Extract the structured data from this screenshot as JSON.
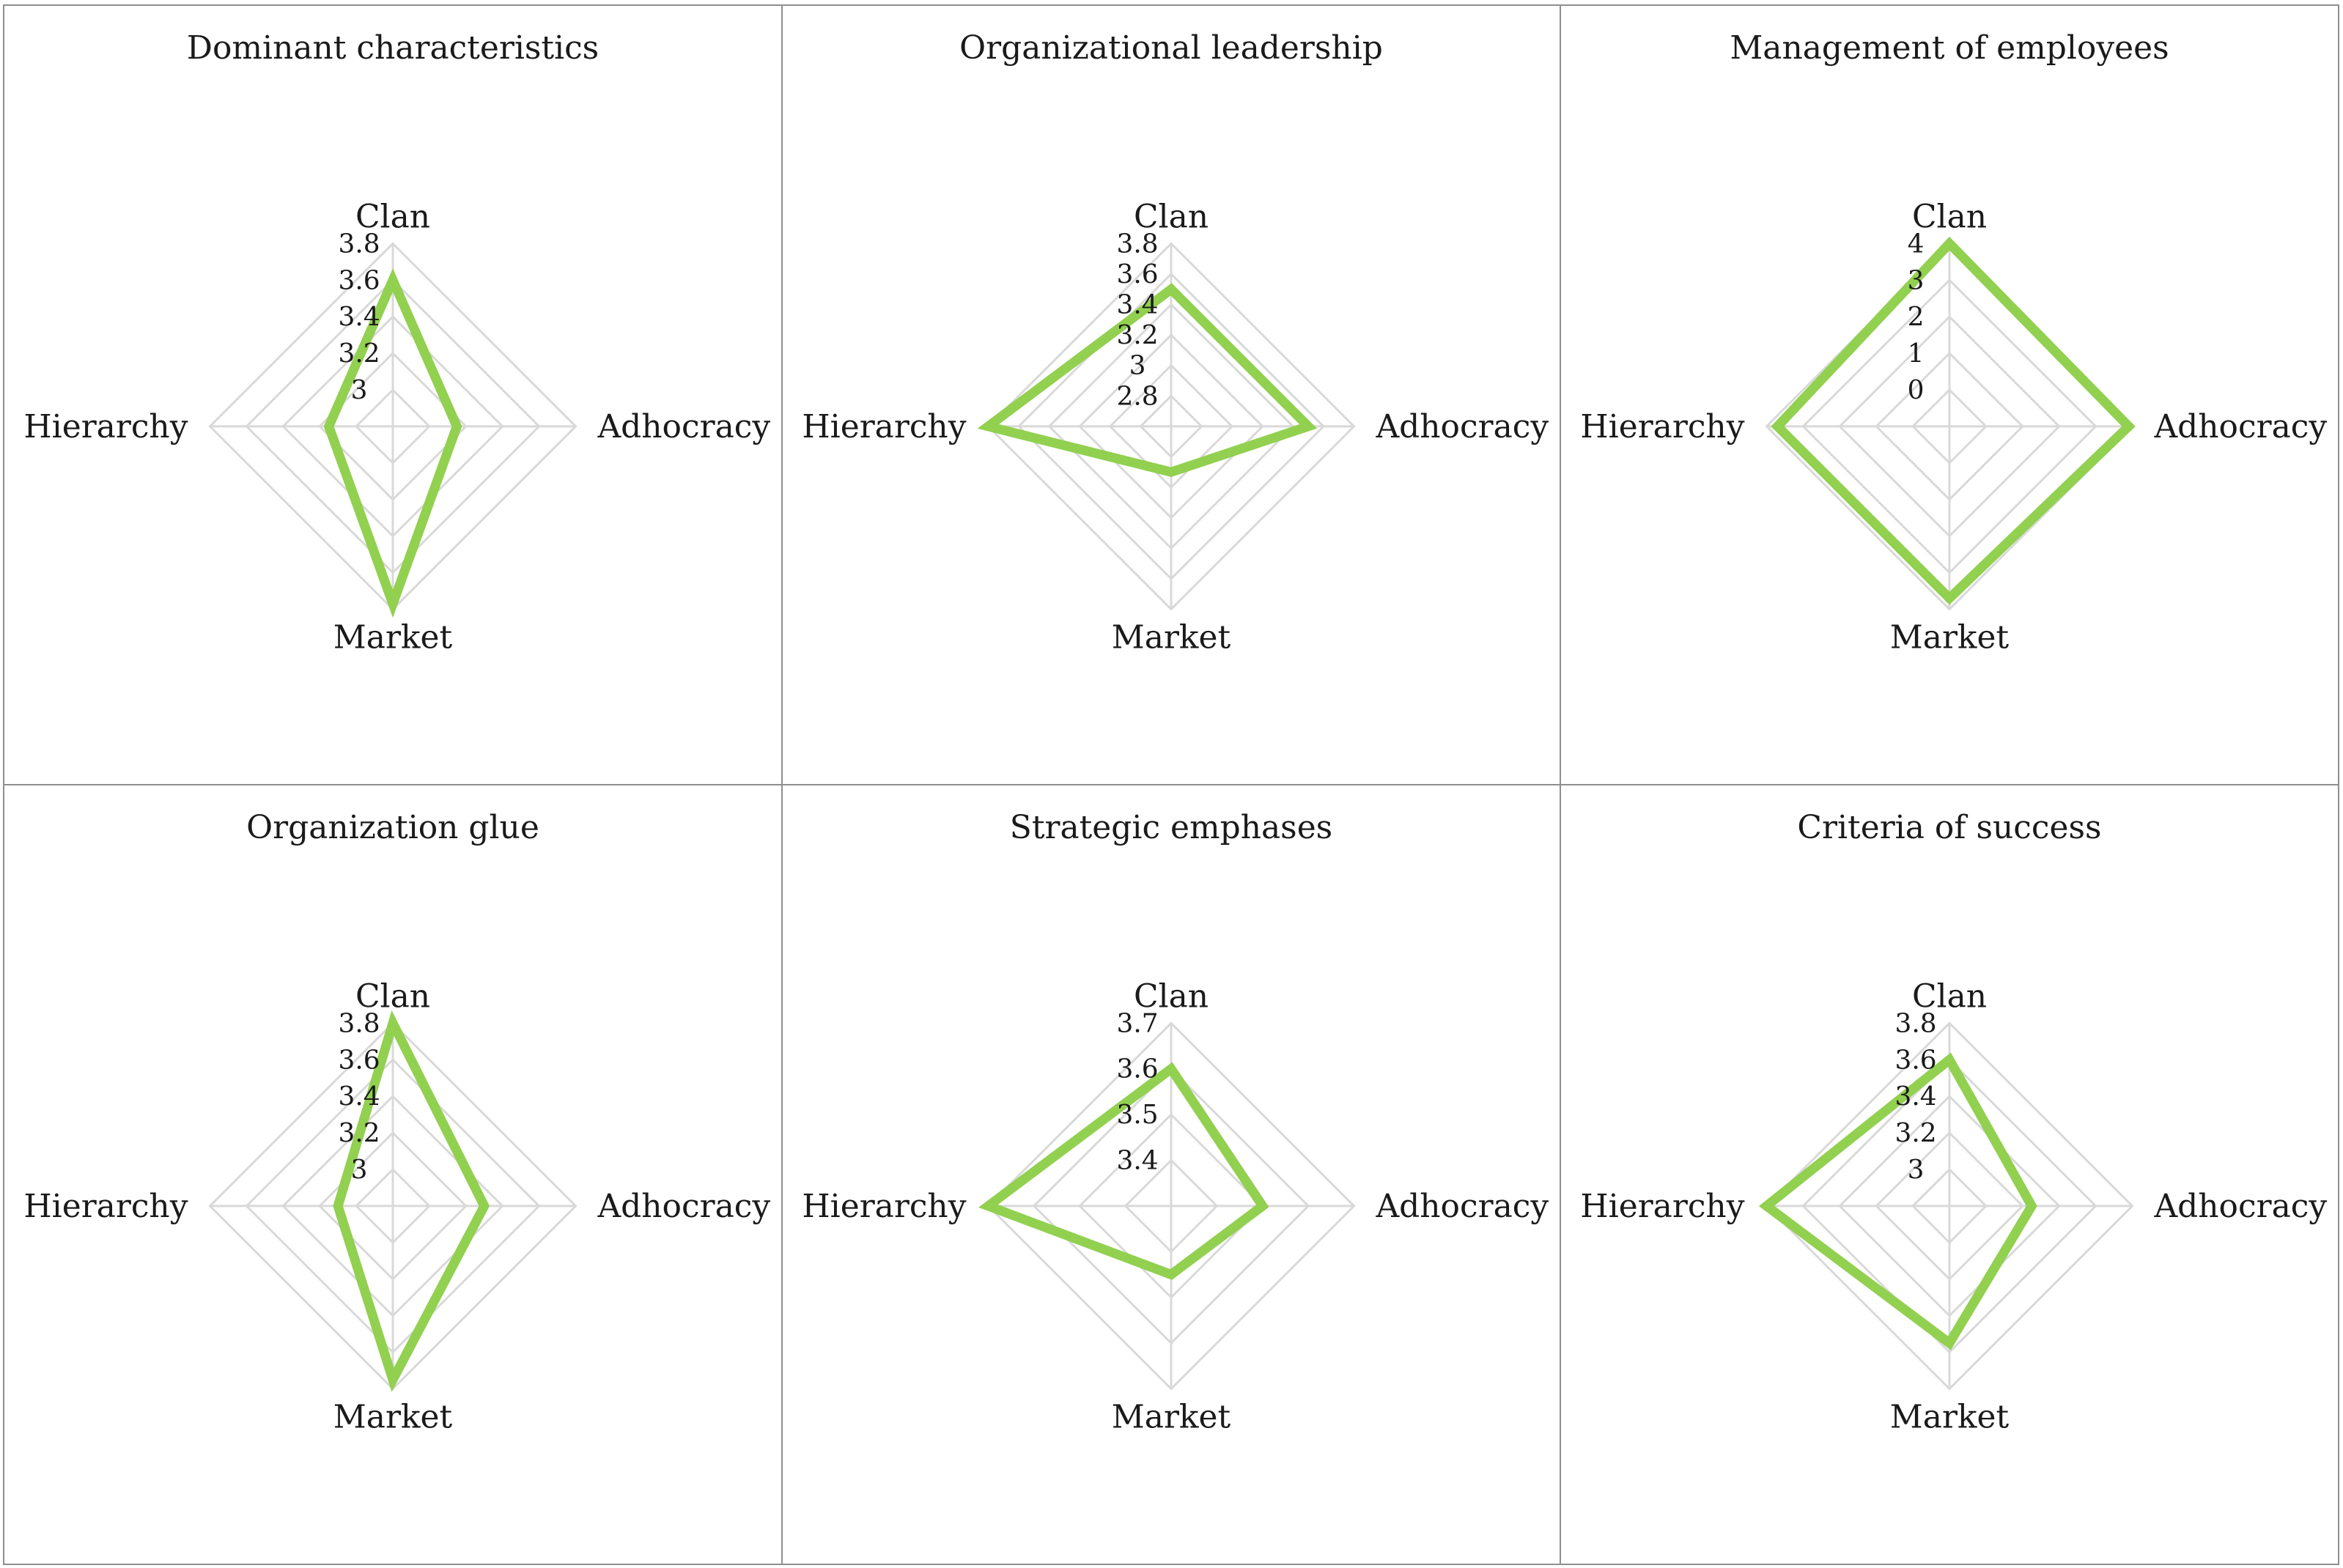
{
  "colors": {
    "series": "#92d050",
    "grid": "#d9d9d9",
    "border": "#8f8f8f",
    "text": "#1a1a1a"
  },
  "chart_data": [
    {
      "type": "radar",
      "title": "Dominant characteristics",
      "categories": [
        "Clan",
        "Adhocracy",
        "Market",
        "Hierarchy"
      ],
      "ticks": [
        "3",
        "3.2",
        "3.4",
        "3.6",
        "3.8"
      ],
      "rmin": 2.8,
      "rmax": 3.8,
      "values": [
        3.6,
        3.15,
        3.77,
        3.15
      ]
    },
    {
      "type": "radar",
      "title": "Organizational leadership",
      "categories": [
        "Clan",
        "Adhocracy",
        "Market",
        "Hierarchy"
      ],
      "ticks": [
        "2.8",
        "3",
        "3.2",
        "3.4",
        "3.6",
        "3.8"
      ],
      "rmin": 2.6,
      "rmax": 3.8,
      "values": [
        3.5,
        3.5,
        2.9,
        3.8
      ]
    },
    {
      "type": "radar",
      "title": "Management of employees",
      "categories": [
        "Clan",
        "Adhocracy",
        "Market",
        "Hierarchy"
      ],
      "ticks": [
        "0",
        "1",
        "2",
        "3",
        "4"
      ],
      "rmin": -1,
      "rmax": 4,
      "values": [
        4.0,
        3.9,
        3.7,
        3.7
      ]
    },
    {
      "type": "radar",
      "title": "Organization glue",
      "categories": [
        "Clan",
        "Adhocracy",
        "Market",
        "Hierarchy"
      ],
      "ticks": [
        "3",
        "3.2",
        "3.4",
        "3.6",
        "3.8"
      ],
      "rmin": 2.8,
      "rmax": 3.8,
      "values": [
        3.8,
        3.3,
        3.75,
        3.1
      ]
    },
    {
      "type": "radar",
      "title": "Strategic emphases",
      "categories": [
        "Clan",
        "Adhocracy",
        "Market",
        "Hierarchy"
      ],
      "ticks": [
        "3.4",
        "3.5",
        "3.6",
        "3.7"
      ],
      "rmin": 3.3,
      "rmax": 3.7,
      "values": [
        3.6,
        3.5,
        3.45,
        3.7
      ]
    },
    {
      "type": "radar",
      "title": "Criteria of success",
      "categories": [
        "Clan",
        "Adhocracy",
        "Market",
        "Hierarchy"
      ],
      "ticks": [
        "3",
        "3.2",
        "3.4",
        "3.6",
        "3.8"
      ],
      "rmin": 2.8,
      "rmax": 3.8,
      "values": [
        3.6,
        3.25,
        3.55,
        3.8
      ]
    }
  ]
}
